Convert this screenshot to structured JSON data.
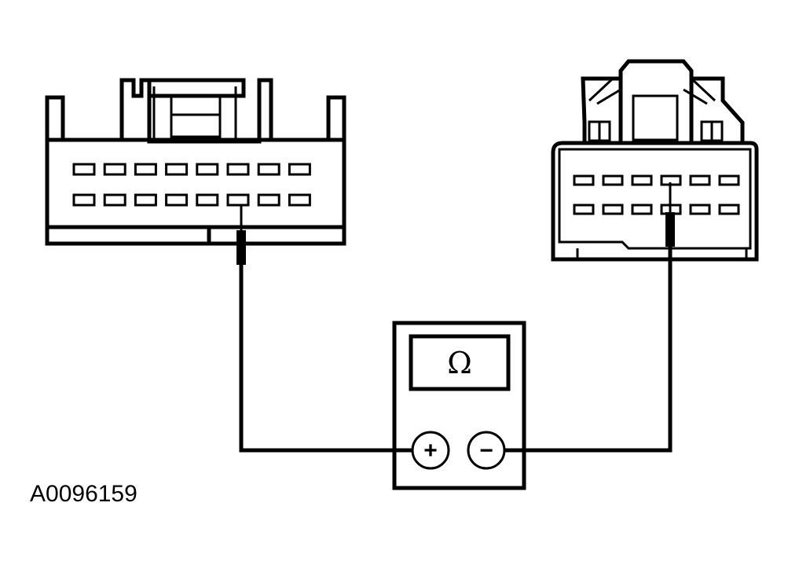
{
  "figure": {
    "id_label": "A0096159"
  },
  "meter": {
    "display_symbol": "Ω",
    "positive_label": "+",
    "negative_label": "−"
  },
  "left_connector": {
    "rows": 2,
    "pins_per_row": 8,
    "probed_pin": {
      "row": 2,
      "col": 6
    }
  },
  "right_connector": {
    "rows": 2,
    "pins_per_row": 6,
    "probed_pin": {
      "row": 1,
      "col": 4
    }
  },
  "colors": {
    "line": "#000000",
    "background": "#ffffff"
  }
}
